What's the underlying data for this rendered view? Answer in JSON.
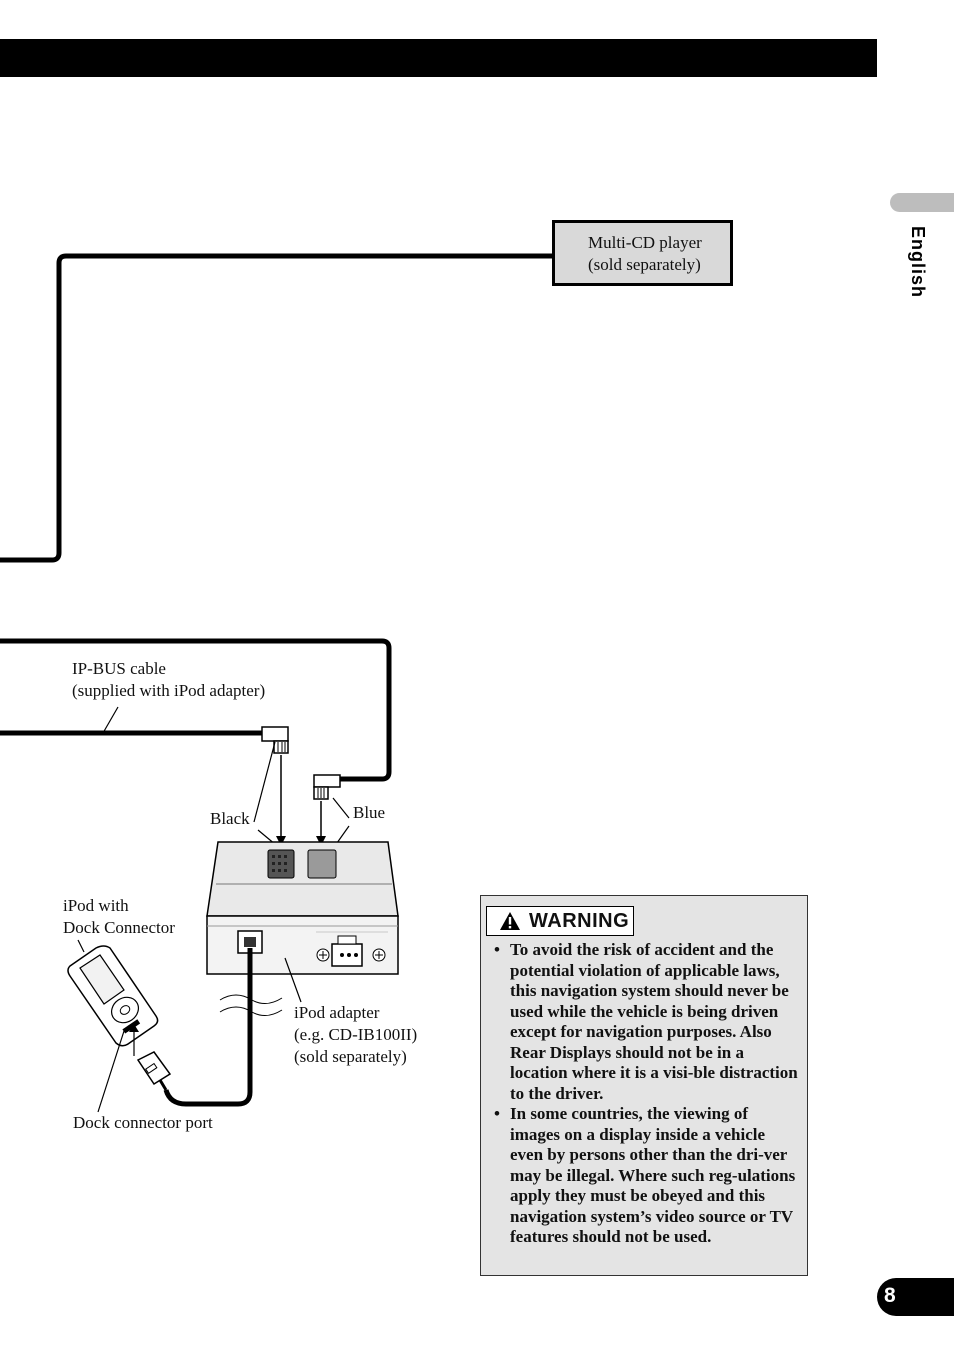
{
  "page": {
    "number": "8",
    "language_tab": "English"
  },
  "labels": {
    "multi_cd_line1": "Multi-CD player",
    "multi_cd_line2": "(sold separately)",
    "ipbus_line1": "IP-BUS cable",
    "ipbus_line2": "(supplied with iPod adapter)",
    "black": "Black",
    "blue": "Blue",
    "ipod_line1": "iPod with",
    "ipod_line2": "Dock Connector",
    "adapter_line1": "iPod adapter",
    "adapter_line2": "(e.g. CD-IB100II)",
    "adapter_line3": "(sold separately)",
    "dock_port": "Dock connector port"
  },
  "warning": {
    "title": "WARNING",
    "icon": "warning-triangle-icon",
    "items": [
      "To avoid the risk of accident and the potential violation of applicable laws, this navigation system should never be used while the vehicle is being driven except for navigation purposes. Also Rear Displays should not be in a location where it is a visi-ble distraction to the driver.",
      "In some countries, the viewing of images on a display inside a vehicle even by persons other than the dri-ver may be illegal. Where such reg-ulations apply they must be obeyed and this navigation system’s video source or TV features should not be used."
    ]
  }
}
